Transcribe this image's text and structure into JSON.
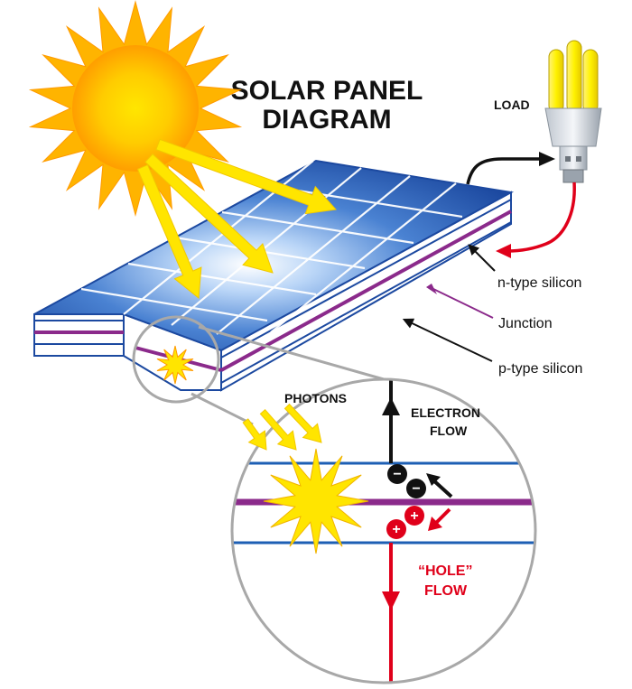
{
  "title": {
    "line1": "SOLAR PANEL",
    "line2": "DIAGRAM"
  },
  "labels": {
    "load": "LOAD",
    "n_type": "n-type silicon",
    "junction": "Junction",
    "p_type": "p-type silicon",
    "photons": "PHOTONS",
    "electron_flow_1": "ELECTRON",
    "electron_flow_2": "FLOW",
    "hole_flow_1": "“HOLE”",
    "hole_flow_2": "FLOW"
  },
  "charges": {
    "electron": "−",
    "hole": "+"
  },
  "colors": {
    "sun": "#ffd400",
    "sun_core": "#ffae00",
    "panel_blue": "#1f55b0",
    "panel_light": "#7fb0ee",
    "junction_purple": "#8b2a8b",
    "layer_blue": "#1d5fb4",
    "photon_yellow": "#ffe500",
    "hole_red": "#e0001a",
    "electron_black": "#111111",
    "circle_gray": "#a8a8a8"
  },
  "icons": [
    "sun-icon",
    "light-bulb-icon",
    "photon-star-icon",
    "electron-icon",
    "hole-icon"
  ]
}
